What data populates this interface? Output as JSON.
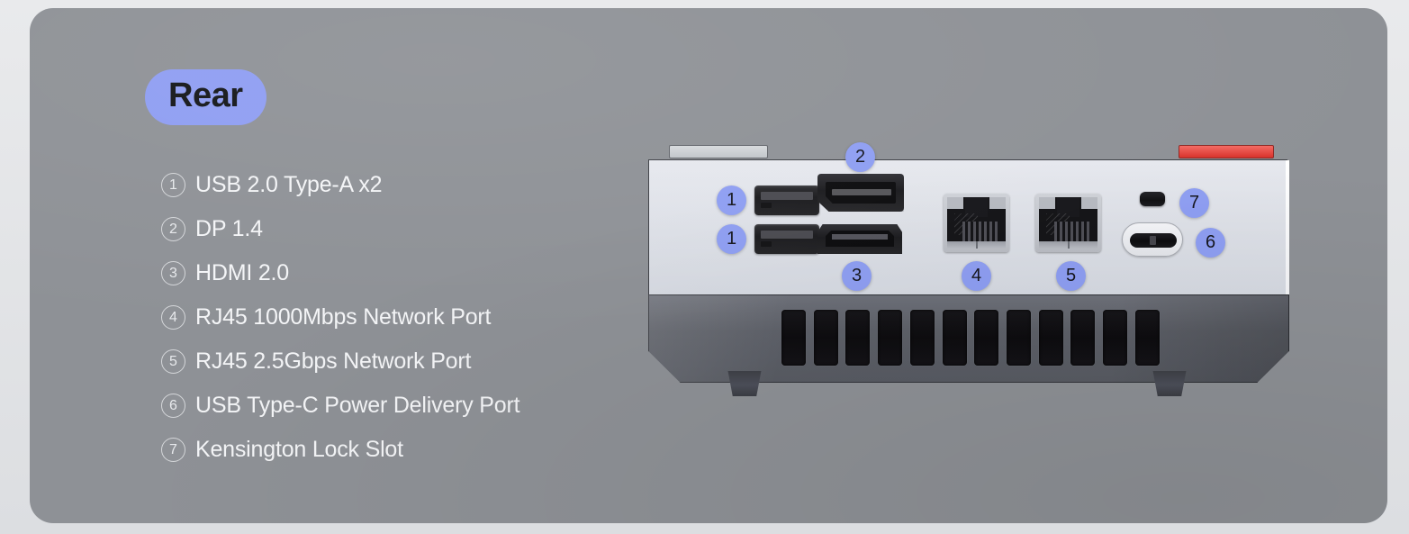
{
  "card": {
    "background_color": "#8e9196",
    "page_background_color": "#e3e5e8"
  },
  "badge": {
    "label": "Rear",
    "background_color": "#8e9df2",
    "text_color": "#121417"
  },
  "legend": {
    "items": [
      {
        "number": "1",
        "label": "USB 2.0 Type-A x2"
      },
      {
        "number": "2",
        "label": "DP 1.4"
      },
      {
        "number": "3",
        "label": "HDMI 2.0"
      },
      {
        "number": "4",
        "label": "RJ45 1000Mbps Network Port"
      },
      {
        "number": "5",
        "label": "RJ45 2.5Gbps Network Port"
      },
      {
        "number": "6",
        "label": "USB Type-C Power Delivery Port"
      },
      {
        "number": "7",
        "label": "Kensington Lock Slot"
      }
    ]
  },
  "device": {
    "accent_callout_color": "#8e9ef2",
    "face_color": "#e0e3ea",
    "base_color": "#61646c",
    "tab_left_color": "#c9ccd0",
    "tab_right_color": "#e04640",
    "vent_count": 12,
    "callouts": [
      {
        "id": "usb-top",
        "number": "1"
      },
      {
        "id": "usb-bottom",
        "number": "1"
      },
      {
        "id": "dp",
        "number": "2"
      },
      {
        "id": "hdmi",
        "number": "3"
      },
      {
        "id": "rj45-1g",
        "number": "4"
      },
      {
        "id": "rj45-25g",
        "number": "5"
      },
      {
        "id": "usb-c",
        "number": "6"
      },
      {
        "id": "kensington",
        "number": "7"
      }
    ],
    "ports": [
      {
        "name": "usb-a-port-top",
        "type": "USB 2.0 Type-A"
      },
      {
        "name": "usb-a-port-bottom",
        "type": "USB 2.0 Type-A"
      },
      {
        "name": "displayport-port",
        "type": "DP 1.4"
      },
      {
        "name": "hdmi-port",
        "type": "HDMI 2.0"
      },
      {
        "name": "rj45-port-1gbps",
        "type": "RJ45 1000Mbps"
      },
      {
        "name": "rj45-port-25gbps",
        "type": "RJ45 2.5Gbps"
      },
      {
        "name": "usb-c-port",
        "type": "USB Type-C PD"
      },
      {
        "name": "kensington-slot",
        "type": "Kensington Lock"
      }
    ]
  }
}
